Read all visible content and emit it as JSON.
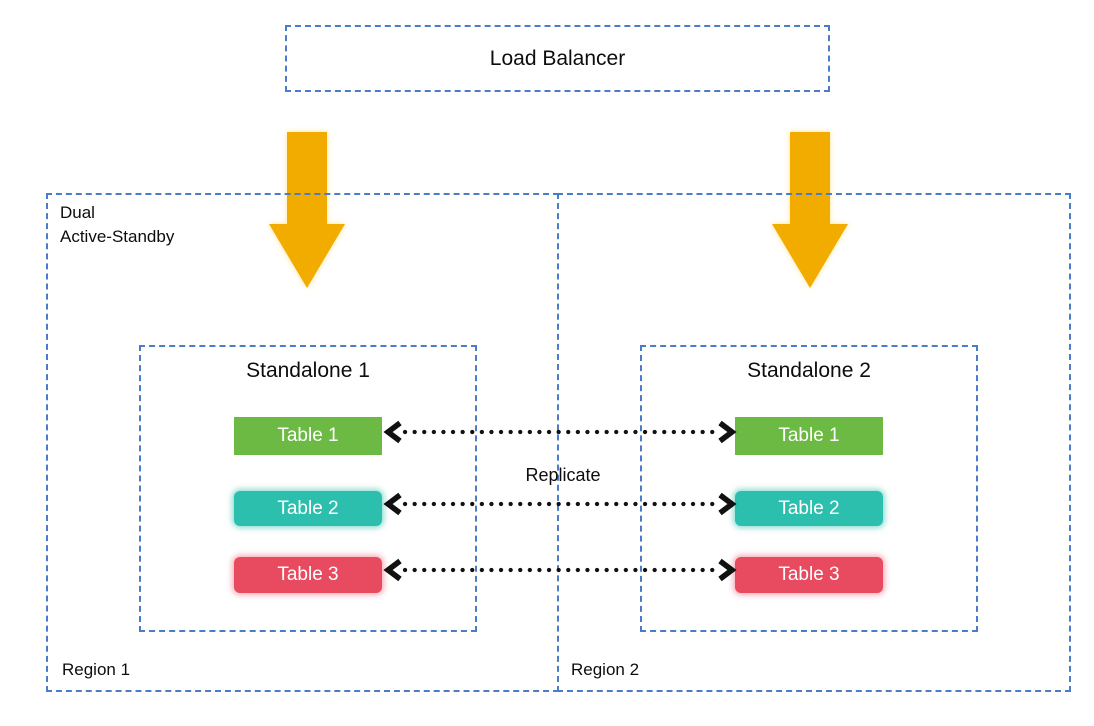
{
  "colors": {
    "dash-blue": "#4A7CC9",
    "arrow-orange": "#F2AC00",
    "table1-green": "#6CB943",
    "table2-teal": "#2DBFAD",
    "table3-red": "#E84A5F",
    "text-black": "#111111",
    "table-text": "#FFFFFF"
  },
  "load_balancer": {
    "label": "Load Balancer"
  },
  "labels": {
    "mode": "Dual\nActive-Standby",
    "replicate": "Replicate"
  },
  "regions": [
    {
      "name": "Region 1",
      "standalone": {
        "title": "Standalone 1",
        "tables": [
          "Table 1",
          "Table 2",
          "Table 3"
        ]
      }
    },
    {
      "name": "Region 2",
      "standalone": {
        "title": "Standalone 2",
        "tables": [
          "Table 1",
          "Table 2",
          "Table 3"
        ]
      }
    }
  ]
}
